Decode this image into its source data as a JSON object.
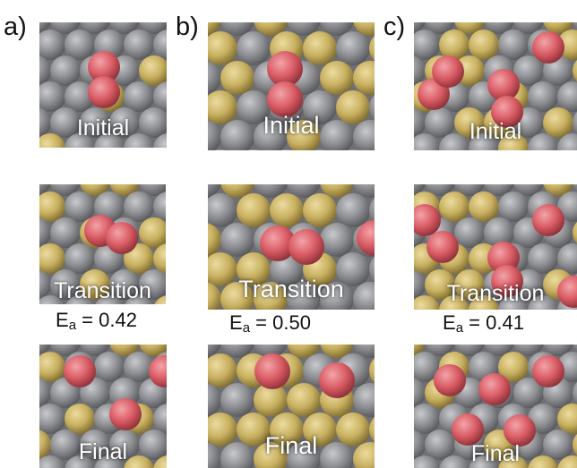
{
  "columns": [
    {
      "label": "a)",
      "panels": [
        {
          "label": "Initial"
        },
        {
          "label": "Transition"
        },
        {
          "label": "Final"
        }
      ],
      "energy": {
        "symbol": "E",
        "subscript": "a",
        "relation": " = ",
        "value": "0.42"
      }
    },
    {
      "label": "b)",
      "panels": [
        {
          "label": "Initial"
        },
        {
          "label": "Transition"
        },
        {
          "label": "Final"
        }
      ],
      "energy": {
        "symbol": "E",
        "subscript": "a",
        "relation": " = ",
        "value": "0.50"
      }
    },
    {
      "label": "c)",
      "panels": [
        {
          "label": "Initial"
        },
        {
          "label": "Transition"
        },
        {
          "label": "Final"
        }
      ],
      "energy": {
        "symbol": "E",
        "subscript": "a",
        "relation": " = ",
        "value": "0.41"
      }
    }
  ],
  "colors": {
    "substrate_atom": "#8d8e92",
    "gold_atom": "#c8b060",
    "oxygen_atom": "#d95b64",
    "background": "#6f6f72"
  }
}
